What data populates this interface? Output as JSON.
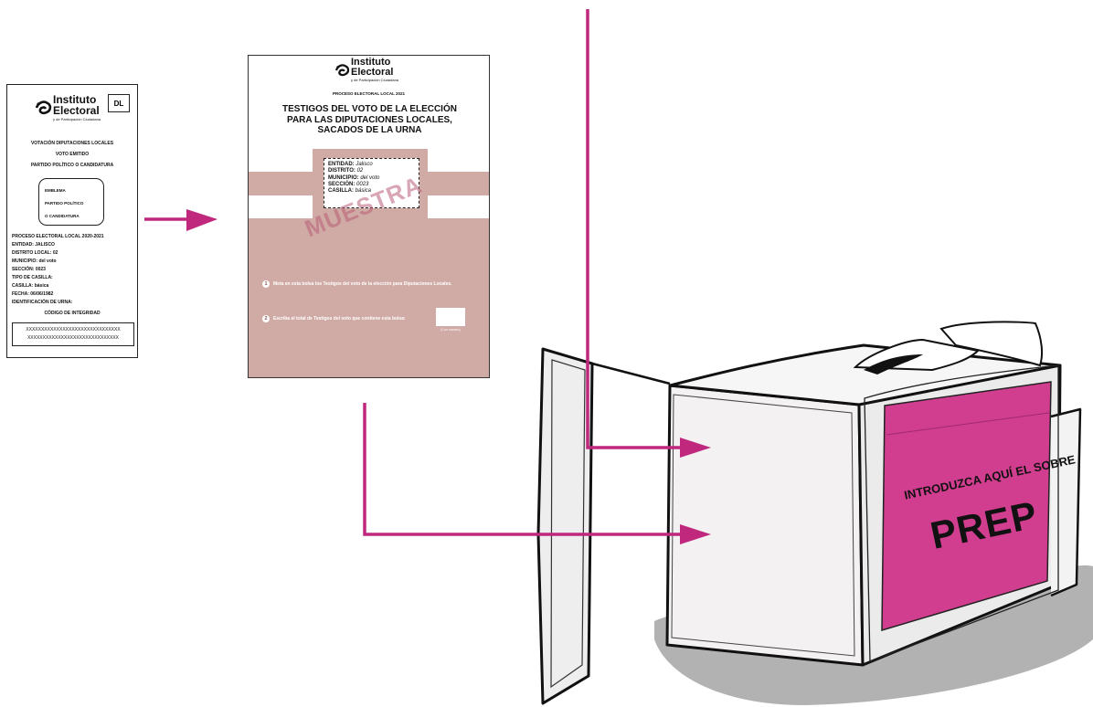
{
  "colors": {
    "arrow": "#c0287e",
    "envelope_pink": "#d0aba5",
    "prep_sign": "#d13d8f",
    "watermark": "#b85d76"
  },
  "ballot": {
    "tag": "DL",
    "logo": {
      "line1": "Instituto",
      "line2": "Electoral",
      "line3": "y de Participación Ciudadana"
    },
    "heading1": "VOTACIÓN DIPUTACIONES LOCALES",
    "heading2": "VOTO EMITIDO",
    "heading3": "PARTIDO POLÍTICO O CANDIDATURA",
    "emblem_lines": [
      "EMBLEMA",
      "PARTIDO POLÍTICO",
      "O  CANDIDATURA"
    ],
    "info_lines": [
      "PROCESO ELECTORAL LOCAL 2020-2021",
      "ENTIDAD: JALISCO",
      "DISTRITO LOCAL: 02",
      "MUNICIPIO: del voto",
      "SECCIÓN: 0023",
      "TIPO DE CASILLA:",
      "CASILLA: básica",
      "FECHA: 06/06/1982",
      "IDENTIFICACIÓN DE URNA:"
    ],
    "integrity_label": "CÓDIGO DE INTEGRIDAD",
    "integrity_codes": [
      "XXXXXXXXXXXXXXXXXXXXXXXXXXXXXXX",
      "XXXXXXXXXXXXXXXXXXXXXXXXXXXXXX"
    ]
  },
  "envelope": {
    "logo": {
      "line1": "Instituto",
      "line2": "Electoral",
      "line3": "y de Participación Ciudadana"
    },
    "process": "PROCESO ELECTORAL LOCAL 2021",
    "title_lines": [
      "TESTIGOS DEL VOTO DE LA ELECCIÓN",
      "PARA LAS DIPUTACIONES LOCALES,",
      "SACADOS DE LA URNA"
    ],
    "fields": [
      {
        "label": "ENTIDAD:",
        "value": "Jalisco"
      },
      {
        "label": "DISTRITO:",
        "value": "02"
      },
      {
        "label": "MUNICIPIO:",
        "value": "del voto"
      },
      {
        "label": "SECCIÓN:",
        "value": "0023"
      },
      {
        "label": "CASILLA:",
        "value": "básica"
      }
    ],
    "watermark": "MUESTRA",
    "steps": [
      {
        "num": "1",
        "text": "Meta en esta bolsa los Testigos del voto de la elección para Diputaciones Locales."
      },
      {
        "num": "2",
        "text": "Escriba el total de Testigos del voto que contiene esta bolsa:"
      }
    ],
    "count_label": "(Con número)"
  },
  "ballot_box": {
    "sign_top": "INTRODUZCA AQUÍ EL SOBRE",
    "sign_main": "PREP"
  }
}
